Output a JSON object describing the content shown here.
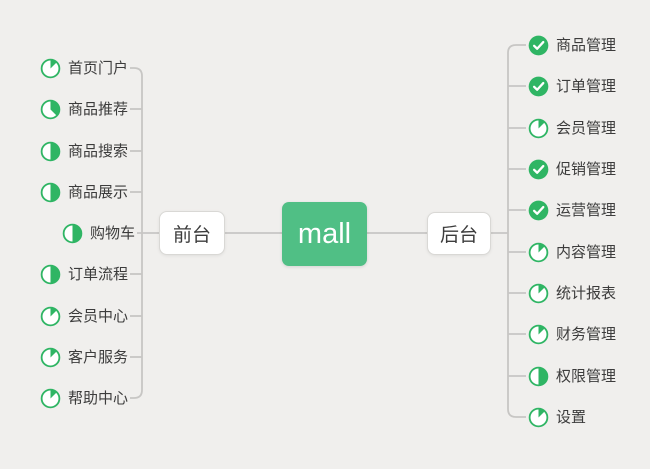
{
  "root": {
    "label": "mall"
  },
  "front": {
    "label": "前台",
    "items": [
      {
        "label": "首页门户",
        "icon": "pie45"
      },
      {
        "label": "商品推荐",
        "icon": "pie135"
      },
      {
        "label": "商品搜索",
        "icon": "pie180"
      },
      {
        "label": "商品展示",
        "icon": "pie180"
      },
      {
        "label": "购物车",
        "icon": "pie180"
      },
      {
        "label": "订单流程",
        "icon": "pie180"
      },
      {
        "label": "会员中心",
        "icon": "pie45"
      },
      {
        "label": "客户服务",
        "icon": "pie45"
      },
      {
        "label": "帮助中心",
        "icon": "pie45"
      }
    ]
  },
  "back": {
    "label": "后台",
    "items": [
      {
        "label": "商品管理",
        "icon": "check"
      },
      {
        "label": "订单管理",
        "icon": "check"
      },
      {
        "label": "会员管理",
        "icon": "pie45"
      },
      {
        "label": "促销管理",
        "icon": "check"
      },
      {
        "label": "运营管理",
        "icon": "check"
      },
      {
        "label": "内容管理",
        "icon": "pie45"
      },
      {
        "label": "统计报表",
        "icon": "pie45"
      },
      {
        "label": "财务管理",
        "icon": "pie45"
      },
      {
        "label": "权限管理",
        "icon": "pie180"
      },
      {
        "label": "设置",
        "icon": "pie45"
      }
    ]
  },
  "colors": {
    "icon_green": "#2fb564",
    "root_green": "#50bf85",
    "connector": "#c7c6c4",
    "background": "#f0efed",
    "text": "#3c3c3c"
  }
}
